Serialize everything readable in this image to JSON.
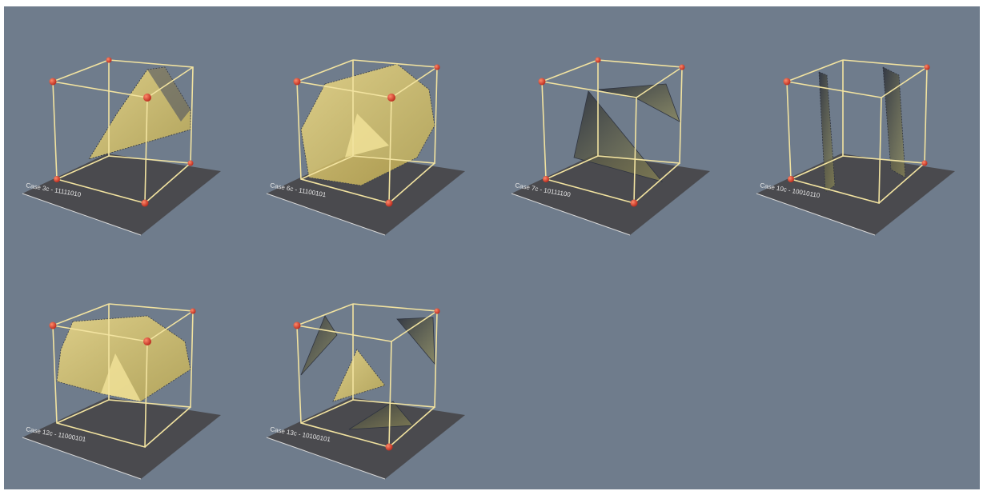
{
  "colors": {
    "background": "#6f7c8c",
    "floor": "#4a4a4e",
    "cube_edge": "#f2e3a0",
    "vertex": "#e0432a",
    "surface": "#e8d27a",
    "surface_dark": "#3d4350"
  },
  "panels": [
    {
      "label": "Case 3c - 11111010"
    },
    {
      "label": "Case 6c - 11100101"
    },
    {
      "label": "Case 7c - 10111100"
    },
    {
      "label": "Case 10c - 10010110"
    },
    {
      "label": "Case 12c - 11000101"
    },
    {
      "label": "Case 13c - 10100101"
    }
  ]
}
